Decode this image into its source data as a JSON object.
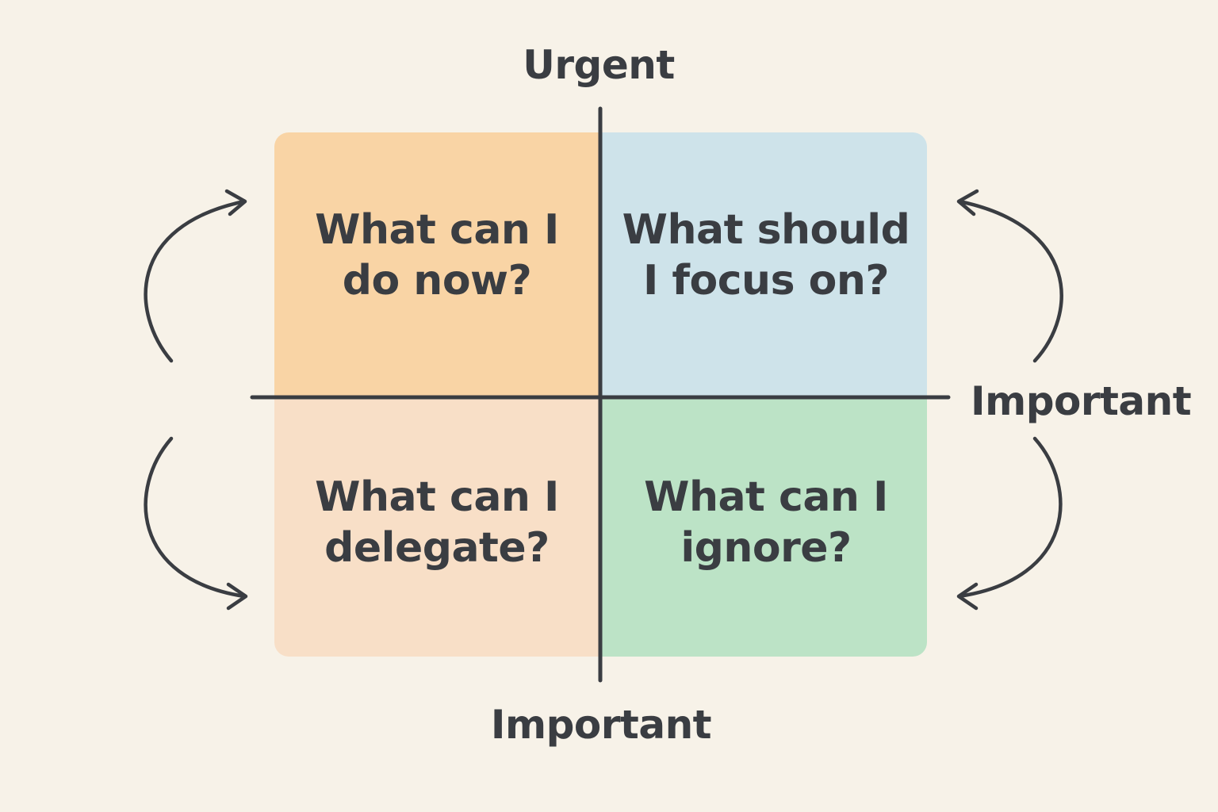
{
  "axes": {
    "top_label": "Urgent",
    "bottom_label": "Important",
    "right_label": "Important"
  },
  "quadrants": {
    "top_left": {
      "text": "What can I\ndo now?",
      "color": "#f9d4a5"
    },
    "top_right": {
      "text": "What should\nI focus on?",
      "color": "#cee3ea"
    },
    "bottom_left": {
      "text": "What can I\ndelegate?",
      "color": "#f8dfc7"
    },
    "bottom_right": {
      "text": "What can I\nignore?",
      "color": "#bce3c6"
    }
  },
  "colors": {
    "background": "#f7f2e8",
    "ink": "#3a3d42"
  },
  "icons": [
    "curved-arrow-icon"
  ]
}
